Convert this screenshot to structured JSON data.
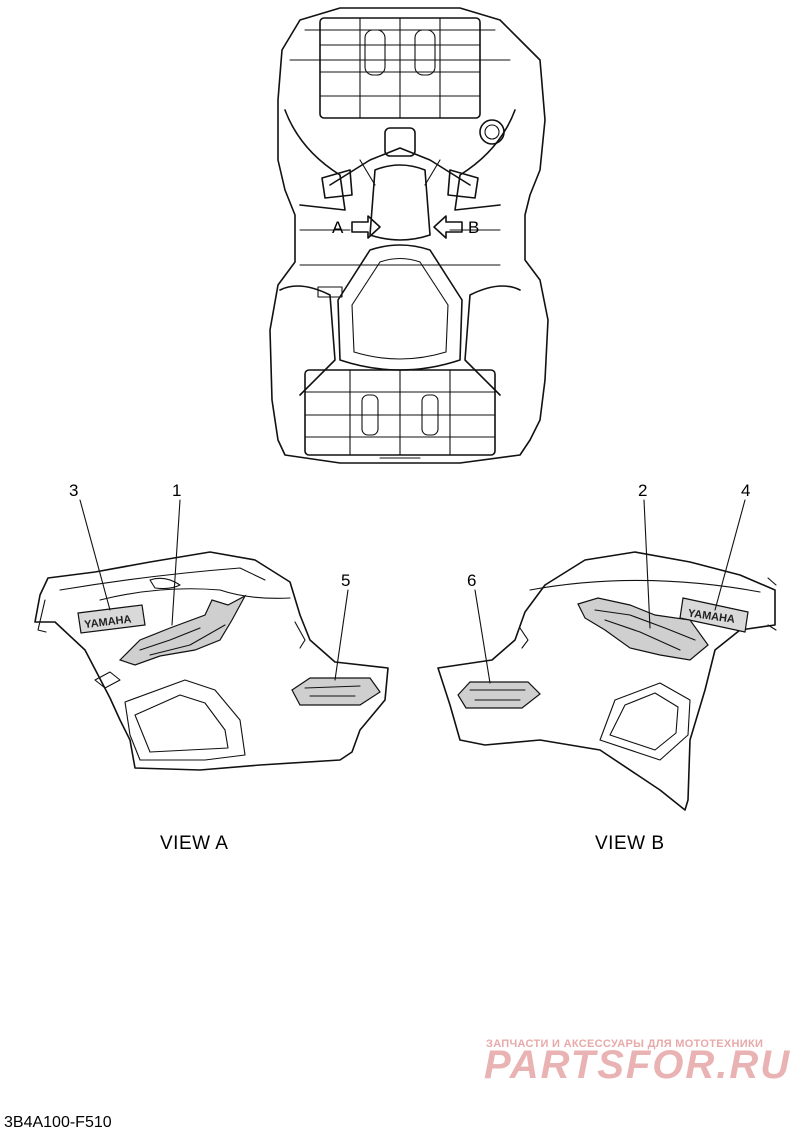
{
  "views": {
    "arrow_a": "A",
    "arrow_b": "B",
    "view_a": "VIEW A",
    "view_b": "VIEW B"
  },
  "callouts": [
    "1",
    "2",
    "3",
    "4",
    "5",
    "6"
  ],
  "brand_badge": "YAMAHA",
  "drawing_code": "3B4A100-F510",
  "watermark": {
    "tagline": "ЗАПЧАСТИ И АКСЕССУАРЫ ДЛЯ МОТОТЕХНИКИ",
    "site": "PARTSFOR.RU",
    "color": "#e9b3b3"
  }
}
